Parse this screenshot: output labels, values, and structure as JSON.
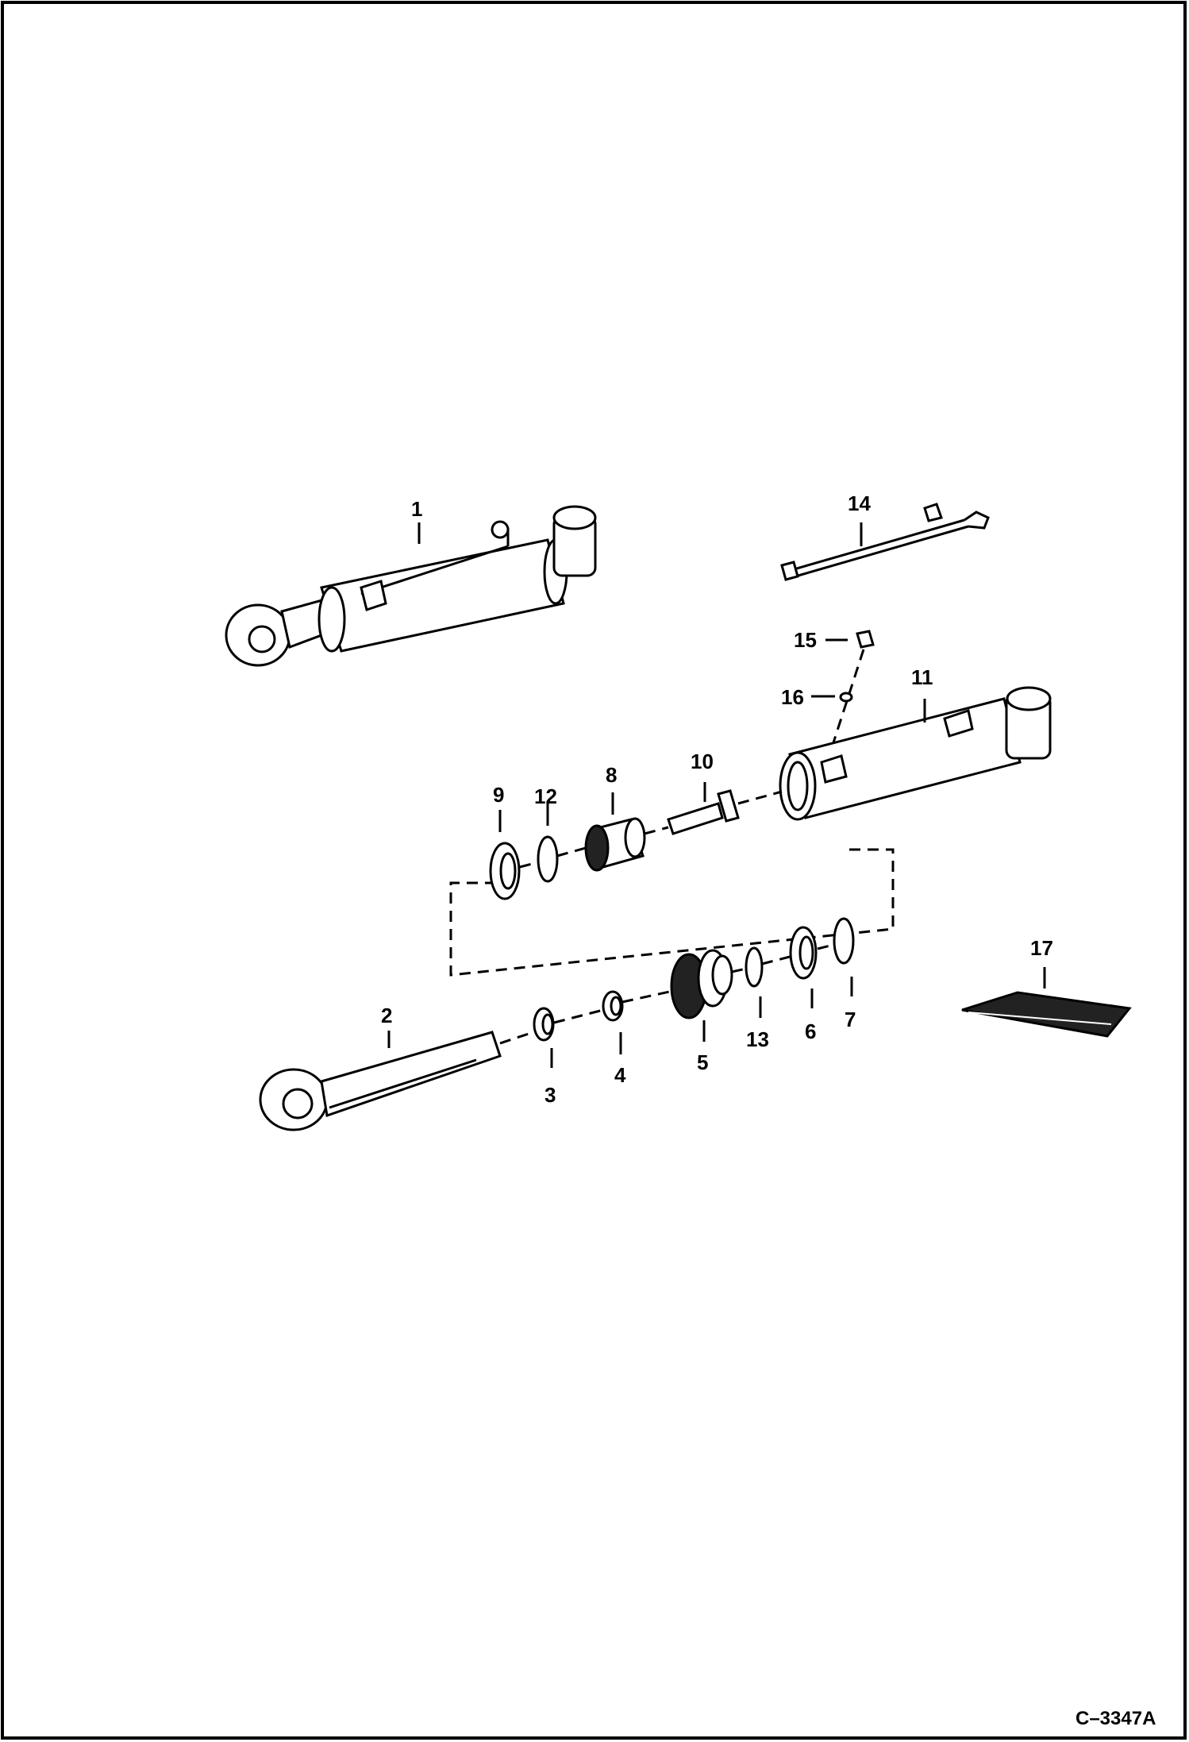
{
  "figure_id": "C–3347A",
  "callouts": {
    "c1": "1",
    "c2": "2",
    "c3": "3",
    "c4": "4",
    "c5": "5",
    "c6": "6",
    "c7": "7",
    "c8": "8",
    "c9": "9",
    "c10": "10",
    "c11": "11",
    "c12": "12",
    "c13": "13",
    "c14": "14",
    "c15": "15",
    "c16": "16",
    "c17": "17"
  }
}
